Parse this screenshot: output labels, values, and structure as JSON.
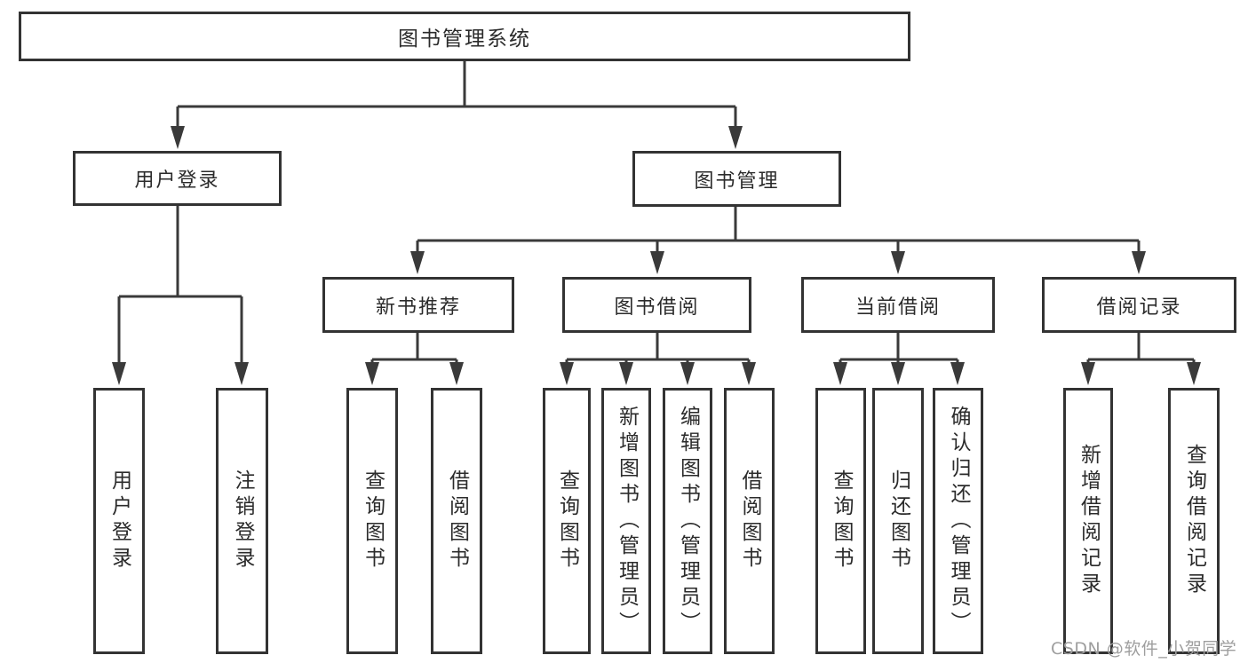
{
  "diagram": {
    "root": "图书管理系统",
    "level1": [
      "用户登录",
      "图书管理"
    ],
    "level2_under_book_management": [
      "新书推荐",
      "图书借阅",
      "当前借阅",
      "借阅记录"
    ],
    "level3": {
      "under_user_login": [
        "用户登录",
        "注销登录"
      ],
      "under_new_book_recommend": [
        "查询图书",
        "借阅图书"
      ],
      "under_book_borrow": [
        "查询图书",
        "新增图书（管理员）",
        "编辑图书（管理员）",
        "借阅图书"
      ],
      "under_current_borrow": [
        "查询图书",
        "归还图书",
        "确认归还（管理员）"
      ],
      "under_borrow_records": [
        "新增借阅记录",
        "查询借阅记录"
      ]
    },
    "colors": {
      "background": "#ffffff",
      "box_border": "#333333",
      "connector_line": "#3a3a3a",
      "text": "#2b2b2b",
      "watermark_text": "#9e9e9e"
    },
    "watermark": "CSDN @软件_小贺同学"
  }
}
